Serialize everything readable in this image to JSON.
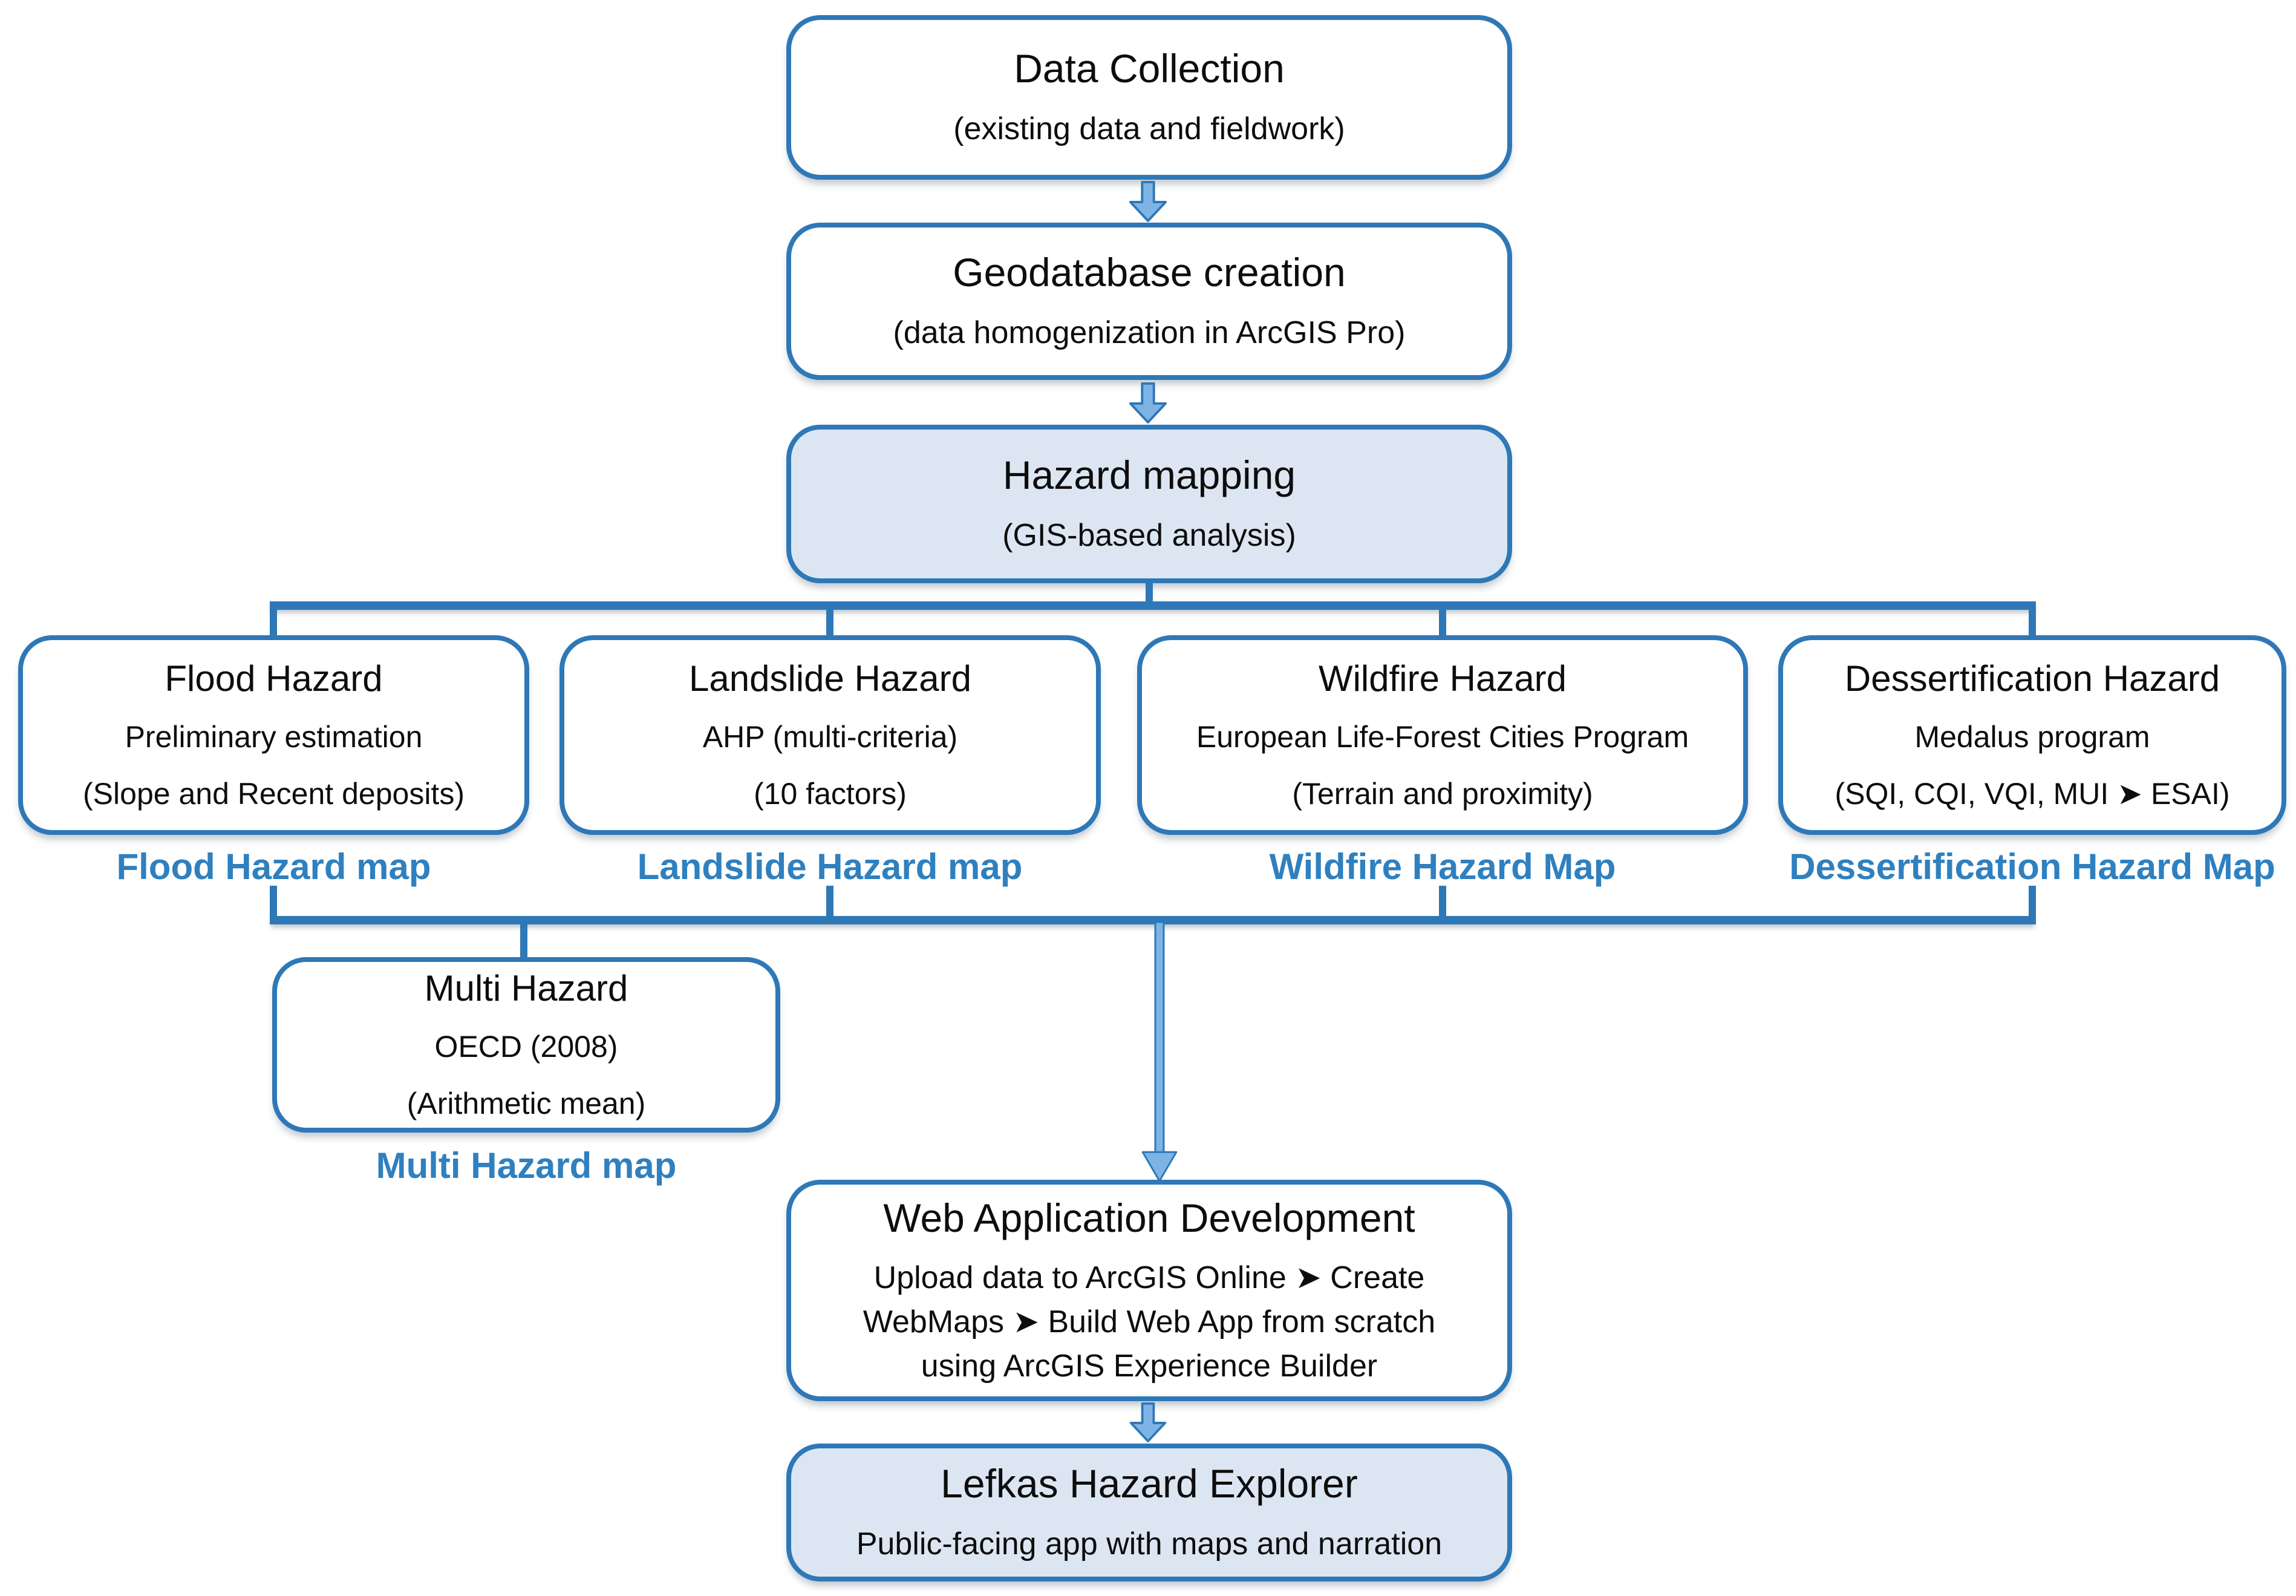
{
  "colors": {
    "accent_blue": "#2e78b7",
    "box_fill_white": "#ffffff",
    "box_fill_light_blue": "#dce6f2",
    "map_label_blue": "#2f80bf",
    "arrow_fill": "#7db4e4",
    "text_black": "#0d0d0d",
    "background": "#ffffff"
  },
  "nodes": {
    "data_collection": {
      "title": "Data Collection",
      "subtitle": "(existing data and fieldwork)"
    },
    "geodatabase": {
      "title": "Geodatabase creation",
      "subtitle": "(data homogenization in ArcGIS Pro)"
    },
    "hazard_mapping": {
      "title": "Hazard mapping",
      "subtitle": "(GIS-based analysis)"
    },
    "flood": {
      "title": "Flood Hazard",
      "line1": "Preliminary estimation",
      "line2": "(Slope and Recent deposits)",
      "map_label": "Flood Hazard map"
    },
    "landslide": {
      "title": "Landslide Hazard",
      "line1": "AHP (multi-criteria)",
      "line2": "(10 factors)",
      "map_label": "Landslide Hazard map"
    },
    "wildfire": {
      "title": "Wildfire Hazard",
      "line1": "European Life-Forest Cities Program",
      "line2": "(Terrain and proximity)",
      "map_label": "Wildfire Hazard Map"
    },
    "dessertification": {
      "title": "Dessertification Hazard",
      "line1": "Medalus program",
      "line2": "(SQI, CQI, VQI, MUI ➤ ESAI)",
      "map_label": "Dessertification Hazard Map"
    },
    "multi_hazard": {
      "title": "Multi Hazard",
      "line1": "OECD (2008)",
      "line2": "(Arithmetic mean)",
      "map_label": "Multi Hazard map"
    },
    "web_app": {
      "title": "Web Application Development",
      "subtitle": "Upload data to ArcGIS Online ➤ Create WebMaps ➤ Build Web App from scratch using ArcGIS Experience Builder"
    },
    "lefkas": {
      "title": "Lefkas Hazard Explorer",
      "subtitle": "Public-facing app with maps and narration"
    }
  }
}
